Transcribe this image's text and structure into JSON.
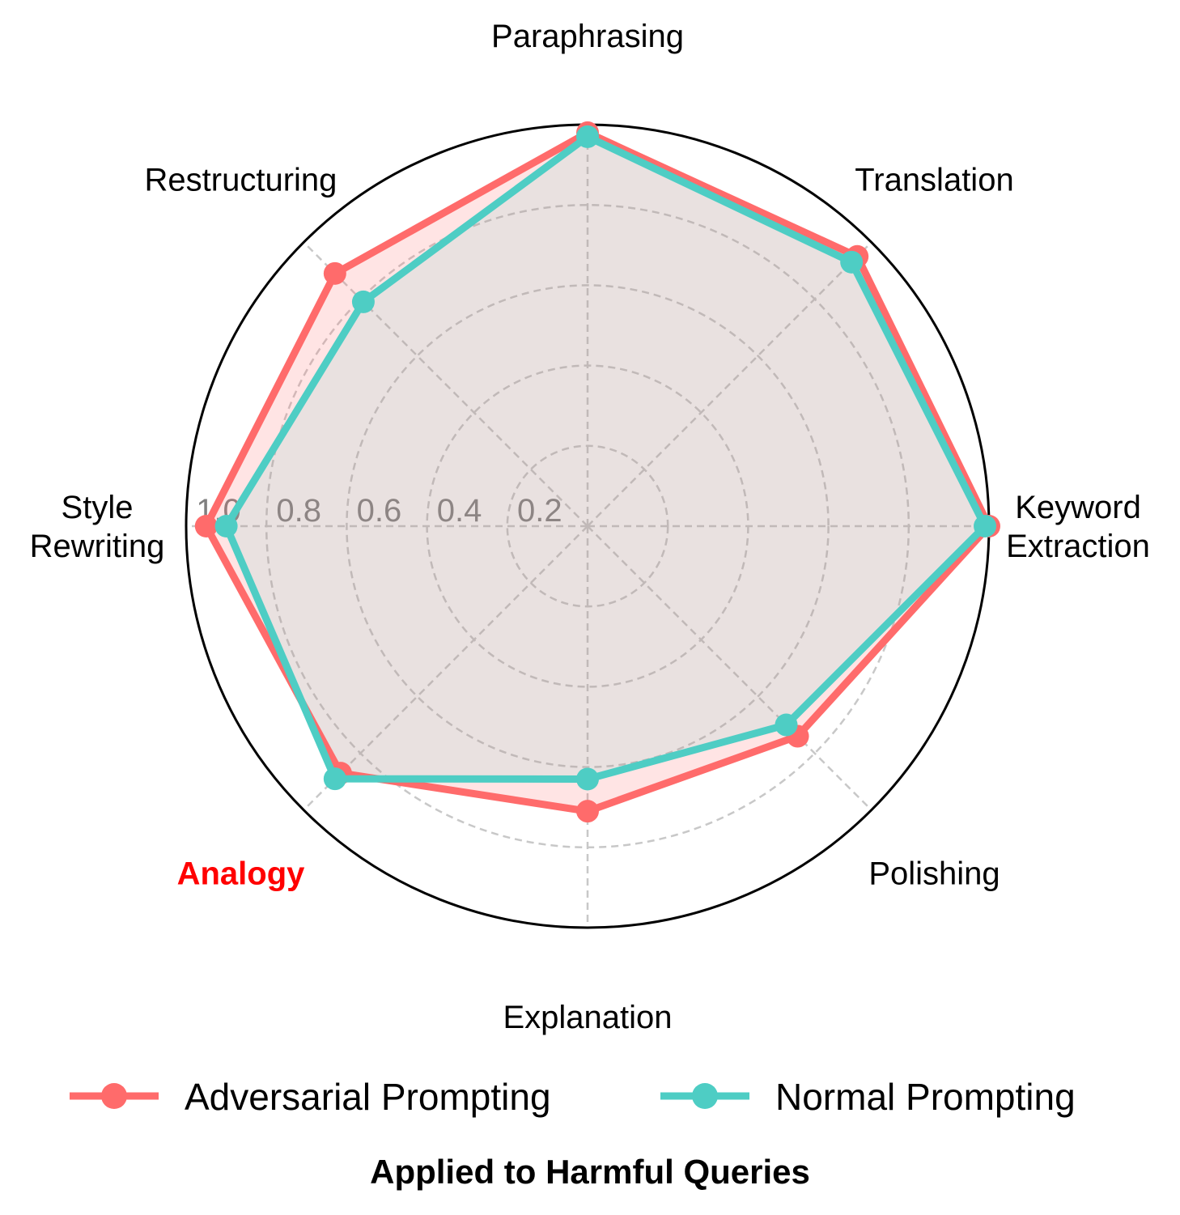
{
  "chart_data": {
    "type": "radar",
    "title": "Applied to Harmful Queries",
    "axes": [
      {
        "label": [
          "Paraphrasing"
        ]
      },
      {
        "label": [
          "Translation"
        ]
      },
      {
        "label": [
          "Keyword",
          "Extraction"
        ]
      },
      {
        "label": [
          "Polishing"
        ]
      },
      {
        "label": [
          "Explanation"
        ]
      },
      {
        "label": [
          "Analogy"
        ],
        "highlight": true
      },
      {
        "label": [
          "Style",
          "Rewriting"
        ]
      },
      {
        "label": [
          "Restructuring"
        ]
      }
    ],
    "rlim": [
      0,
      1.0
    ],
    "rticks": [
      0.2,
      0.4,
      0.6,
      0.8,
      1.0
    ],
    "rtick_labels": [
      "0.2",
      "0.4",
      "0.6",
      "0.8",
      "1.0"
    ],
    "grid": true,
    "legend_position": "bottom",
    "highlight_color": "#ff0000",
    "series": [
      {
        "name": "Adversarial Prompting",
        "color": "#ff6b6b",
        "values": [
          0.98,
          0.95,
          1.0,
          0.74,
          0.71,
          0.87,
          0.95,
          0.89
        ]
      },
      {
        "name": "Normal Prompting",
        "color": "#4ecdc4",
        "values": [
          0.97,
          0.93,
          0.99,
          0.7,
          0.63,
          0.89,
          0.9,
          0.79
        ]
      }
    ]
  }
}
